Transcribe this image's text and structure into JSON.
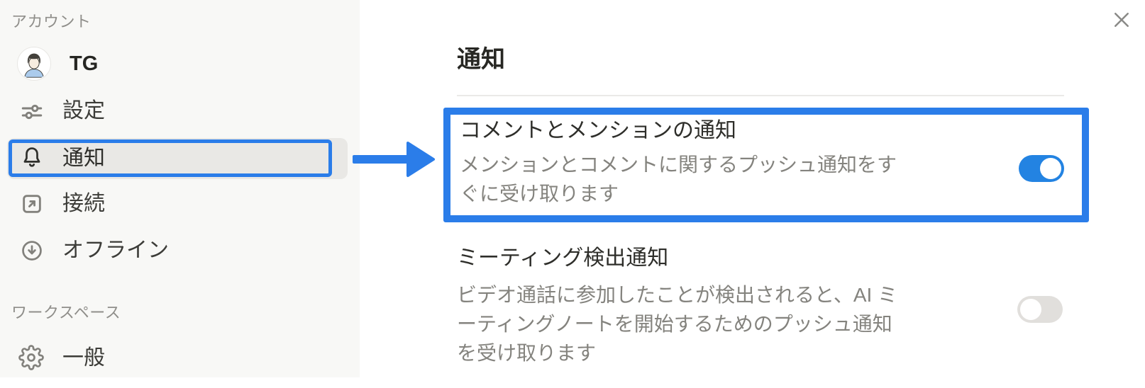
{
  "sidebar": {
    "sections": [
      {
        "label": "アカウント",
        "items": [
          {
            "label": "TG",
            "icon": "avatar"
          },
          {
            "label": "設定",
            "icon": "sliders"
          },
          {
            "label": "通知",
            "icon": "bell",
            "active": true,
            "annotated": true
          },
          {
            "label": "接続",
            "icon": "external-link"
          },
          {
            "label": "オフライン",
            "icon": "download-circle"
          }
        ]
      },
      {
        "label": "ワークスペース",
        "items": [
          {
            "label": "一般",
            "icon": "gear"
          }
        ]
      }
    ]
  },
  "main": {
    "title": "通知",
    "settings": [
      {
        "title": "コメントとメンションの通知",
        "description": "メンションとコメントに関するプッシュ通知をすぐに受け取ります",
        "toggle_state": "on",
        "annotated": true
      },
      {
        "title": "ミーティング検出通知",
        "description": "ビデオ通話に参加したことが検出されると、AI ミーティングノートを開始するためのプッシュ通知を受け取ります",
        "toggle_state": "off",
        "annotated": false
      }
    ]
  },
  "annotations": {
    "highlight_color": "#2b7de9",
    "arrow": "sidebar-notifications-to-comment-setting"
  },
  "colors": {
    "toggle_on": "#2383e2",
    "toggle_off": "#e1dfdc",
    "sidebar_bg": "#f8f8f6",
    "active_pill": "#e9e8e5"
  }
}
